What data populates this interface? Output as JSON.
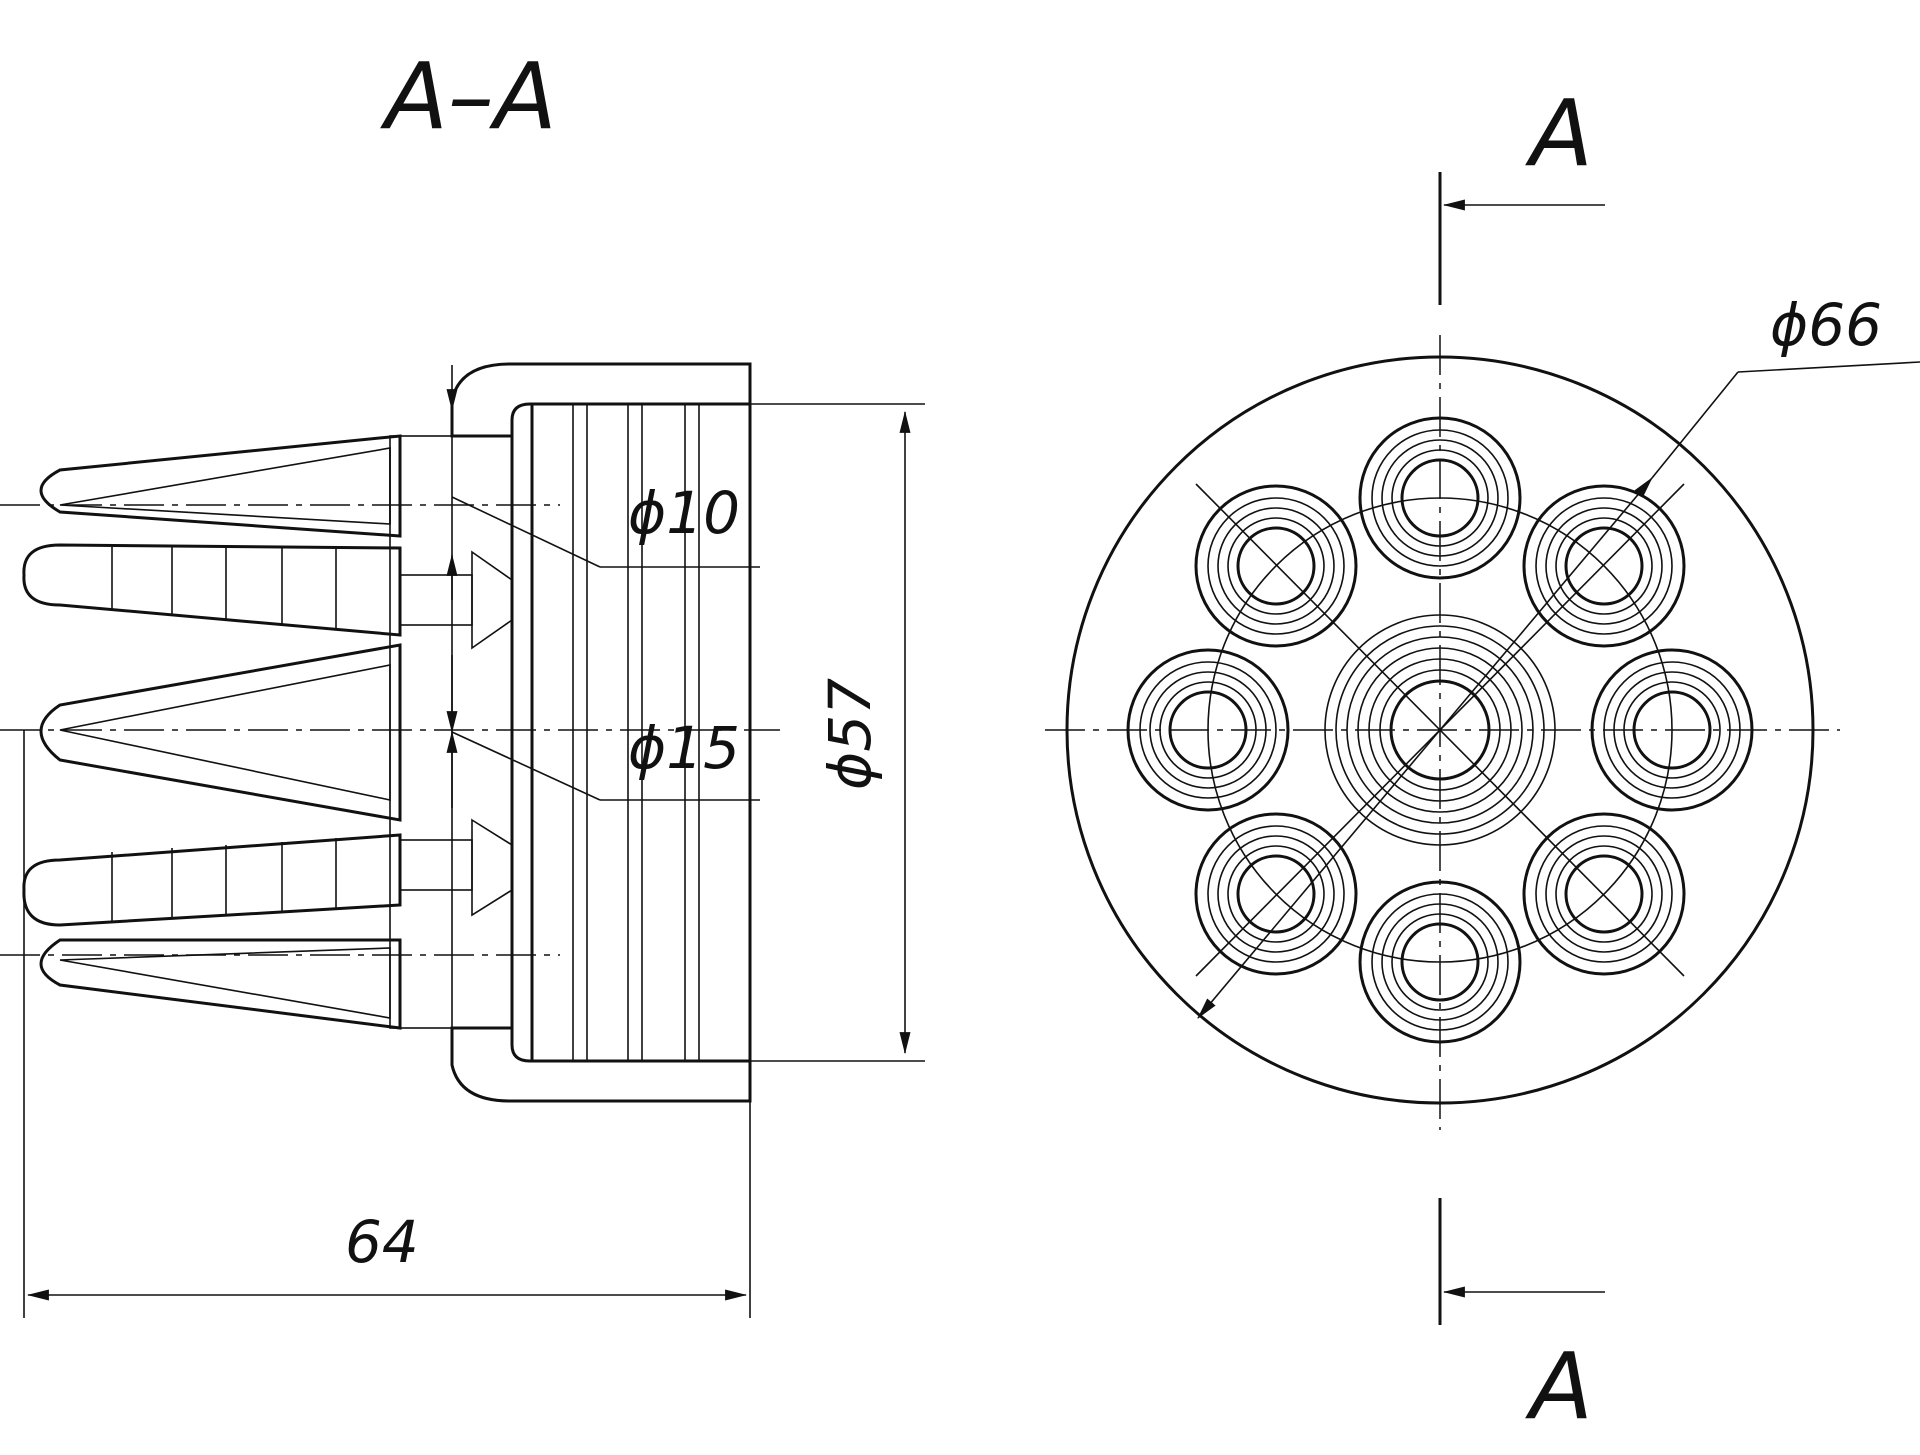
{
  "section_title": "A–A",
  "section_marker_top": "A",
  "section_marker_bottom": "A",
  "dimensions": {
    "hole_small": "ϕ10",
    "hole_large": "ϕ15",
    "inner_diameter": "ϕ57",
    "outer_diameter": "ϕ66",
    "length": "64"
  }
}
